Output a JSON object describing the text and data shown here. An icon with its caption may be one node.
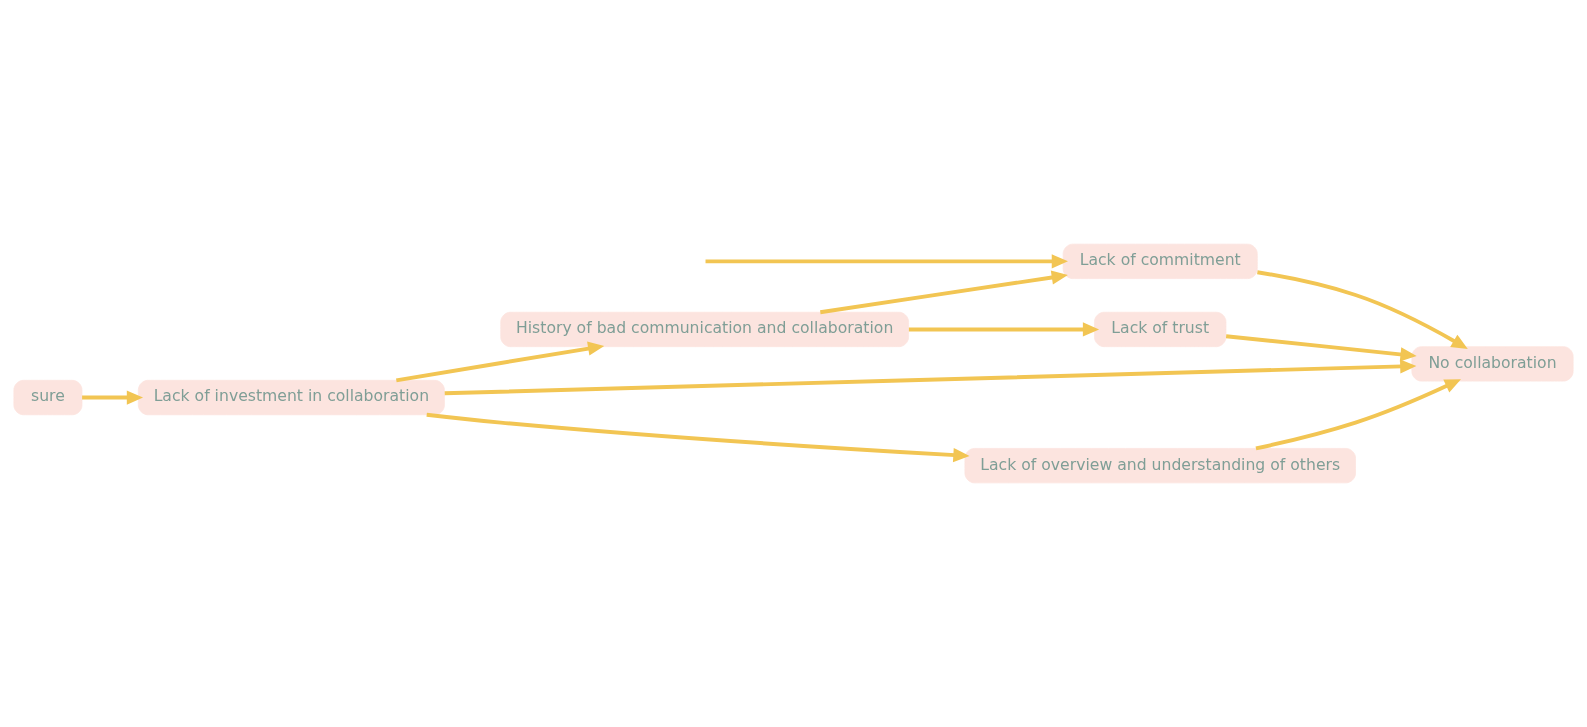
{
  "diagram": {
    "nodes": [
      {
        "text": [
          "History of bad communication and collaboration"
        ]
      },
      {
        "text": [
          "Lack of commitment"
        ]
      },
      {
        "text": [
          "Lack of trust"
        ]
      },
      {
        "text": [
          "Lack of investment in collaboration"
        ]
      },
      {
        "text": [
          "No collaboration"
        ]
      },
      {
        "text": [
          "sure"
        ]
      },
      {
        "text": [
          "Lack of overview and understanding of others"
        ]
      }
    ],
    "edges": [
      {
        "from": null,
        "to": 1,
        "arrow": "to"
      },
      {
        "from": 0,
        "to": 1,
        "arrow": "to"
      },
      {
        "from": 0,
        "to": 2,
        "arrow": "to"
      },
      {
        "from": 2,
        "to": 4,
        "arrow": "to"
      },
      {
        "from": 1,
        "to": 4,
        "arrow": "to"
      },
      {
        "from": 3,
        "to": 0,
        "arrow": "to"
      },
      {
        "from": 5,
        "to": 3,
        "arrow": "to"
      },
      {
        "from": 3,
        "to": 4,
        "arrow": "to"
      },
      {
        "from": 3,
        "to": 6,
        "arrow": "to"
      },
      {
        "from": 6,
        "to": 4,
        "arrow": "to"
      }
    ]
  }
}
